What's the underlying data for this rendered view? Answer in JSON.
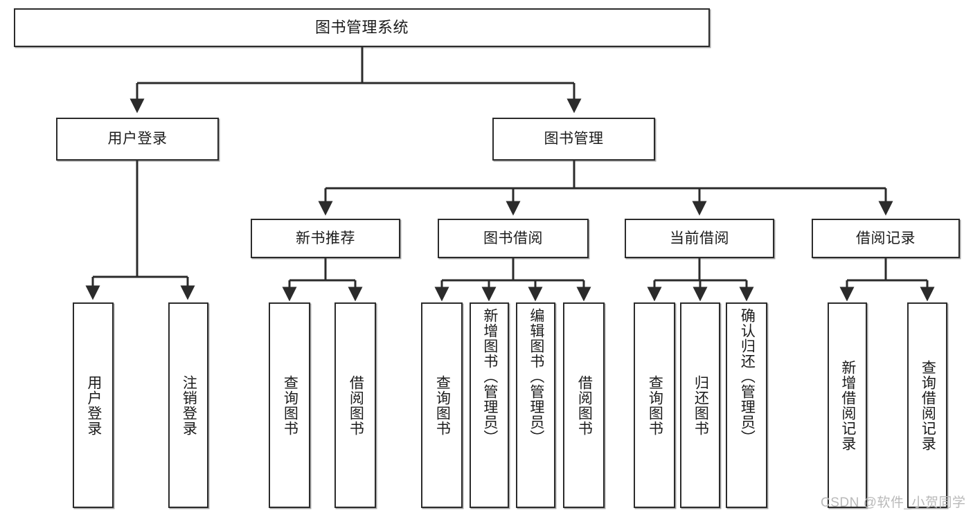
{
  "diagram": {
    "type": "tree",
    "title": "图书管理系统",
    "watermark": "CSDN @软件_小贺同学",
    "colors": {
      "stroke": "#2b2b2b",
      "fill": "#ffffff",
      "text": "#1b1b1b",
      "watermark": "#b9b9b9"
    },
    "nodes": {
      "root": {
        "label": "图书管理系统"
      },
      "level2": [
        {
          "id": "user-login",
          "label": "用户登录"
        },
        {
          "id": "book-manage",
          "label": "图书管理"
        }
      ],
      "level3": [
        {
          "id": "new-book-recommend",
          "label": "新书推荐"
        },
        {
          "id": "book-borrow",
          "label": "图书借阅"
        },
        {
          "id": "current-borrow",
          "label": "当前借阅"
        },
        {
          "id": "borrow-record",
          "label": "借阅记录"
        }
      ],
      "leaves": [
        {
          "id": "leaf-user-login",
          "label": "用户登录",
          "parent": "user-login"
        },
        {
          "id": "leaf-logout-login",
          "label": "注销登录",
          "parent": "user-login"
        },
        {
          "id": "leaf-query-book-1",
          "label": "查询图书",
          "parent": "new-book-recommend"
        },
        {
          "id": "leaf-borrow-book-1",
          "label": "借阅图书",
          "parent": "new-book-recommend"
        },
        {
          "id": "leaf-query-book-2",
          "label": "查询图书",
          "parent": "book-borrow"
        },
        {
          "id": "leaf-add-book",
          "label": "新增图书（管理员）",
          "parent": "book-borrow"
        },
        {
          "id": "leaf-edit-book",
          "label": "编辑图书（管理员）",
          "parent": "book-borrow"
        },
        {
          "id": "leaf-borrow-book-2",
          "label": "借阅图书",
          "parent": "book-borrow"
        },
        {
          "id": "leaf-query-book-3",
          "label": "查询图书",
          "parent": "current-borrow"
        },
        {
          "id": "leaf-return-book",
          "label": "归还图书",
          "parent": "current-borrow"
        },
        {
          "id": "leaf-confirm-return",
          "label": "确认归还（管理员）",
          "parent": "current-borrow"
        },
        {
          "id": "leaf-add-record",
          "label": "新增借阅记录",
          "parent": "borrow-record"
        },
        {
          "id": "leaf-query-record",
          "label": "查询借阅记录",
          "parent": "borrow-record"
        }
      ]
    }
  }
}
